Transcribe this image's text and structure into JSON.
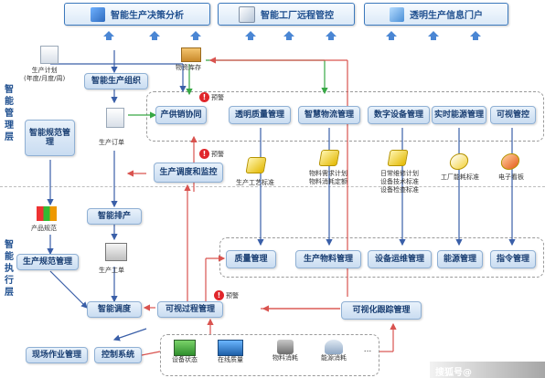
{
  "top_systems": [
    {
      "label": "智能生产决策分析"
    },
    {
      "label": "智能工厂远程管控"
    },
    {
      "label": "透明生产信息门户"
    }
  ],
  "layers": {
    "management": "智能管理层",
    "execution": "智能执行层"
  },
  "nodes": {
    "production_org": "智能生产组织",
    "spec_mgmt": "智能规范管理",
    "supply_chain": "产供销协同",
    "quality_transparent": "透明质量管理",
    "logistics": "智慧物流管理",
    "digital_equipment": "数字设备管理",
    "realtime_energy": "实时能源管理",
    "visual_control": "可视管控",
    "dispatch_monitor": "生产调度和监控",
    "scheduling": "智能排产",
    "spec_execution": "生产规范管理",
    "smart_dispatch": "智能调度",
    "visual_process": "可视过程管理",
    "visual_tracking": "可视化跟踪管理",
    "site_ops": "现场作业管理",
    "control_system": "控制系统",
    "quality_mgmt": "质量管理",
    "material_mgmt": "生产物料管理",
    "equipment_ops": "设备运维管理",
    "energy_mgmt": "能源管理",
    "command_mgmt": "指令管理"
  },
  "labels": {
    "production_plan": "生产计划\n(年度/月度/周)",
    "inventory": "物资库存",
    "production_order": "生产订单",
    "product_spec": "产品规范",
    "work_order": "生产工单",
    "process_standard": "生产工艺标准",
    "material_plan": "物料需求计划\n物料消耗定额",
    "equipment_plan": "日常维修计划\n设备技术标准\n设备检查标准",
    "energy_consumption": "工厂能耗标准",
    "e_kanban": "电子看板",
    "alarm": "预警"
  },
  "field_items": [
    {
      "label": "设备状态",
      "icon": "equipment-status-icon"
    },
    {
      "label": "在线质量",
      "icon": "online-quality-icon"
    },
    {
      "label": "物料消耗",
      "icon": "material-consumption-icon"
    },
    {
      "label": "能源消耗",
      "icon": "energy-consumption-icon"
    },
    {
      "label": "...",
      "icon": "more-icon"
    }
  ],
  "watermark": "搜狐号@",
  "colors": {
    "node_text": "#1a3f73",
    "arrow_blue": "#3a5fa8",
    "arrow_green": "#37a845",
    "arrow_red": "#d9534f",
    "alarm_red": "#e0262b"
  }
}
